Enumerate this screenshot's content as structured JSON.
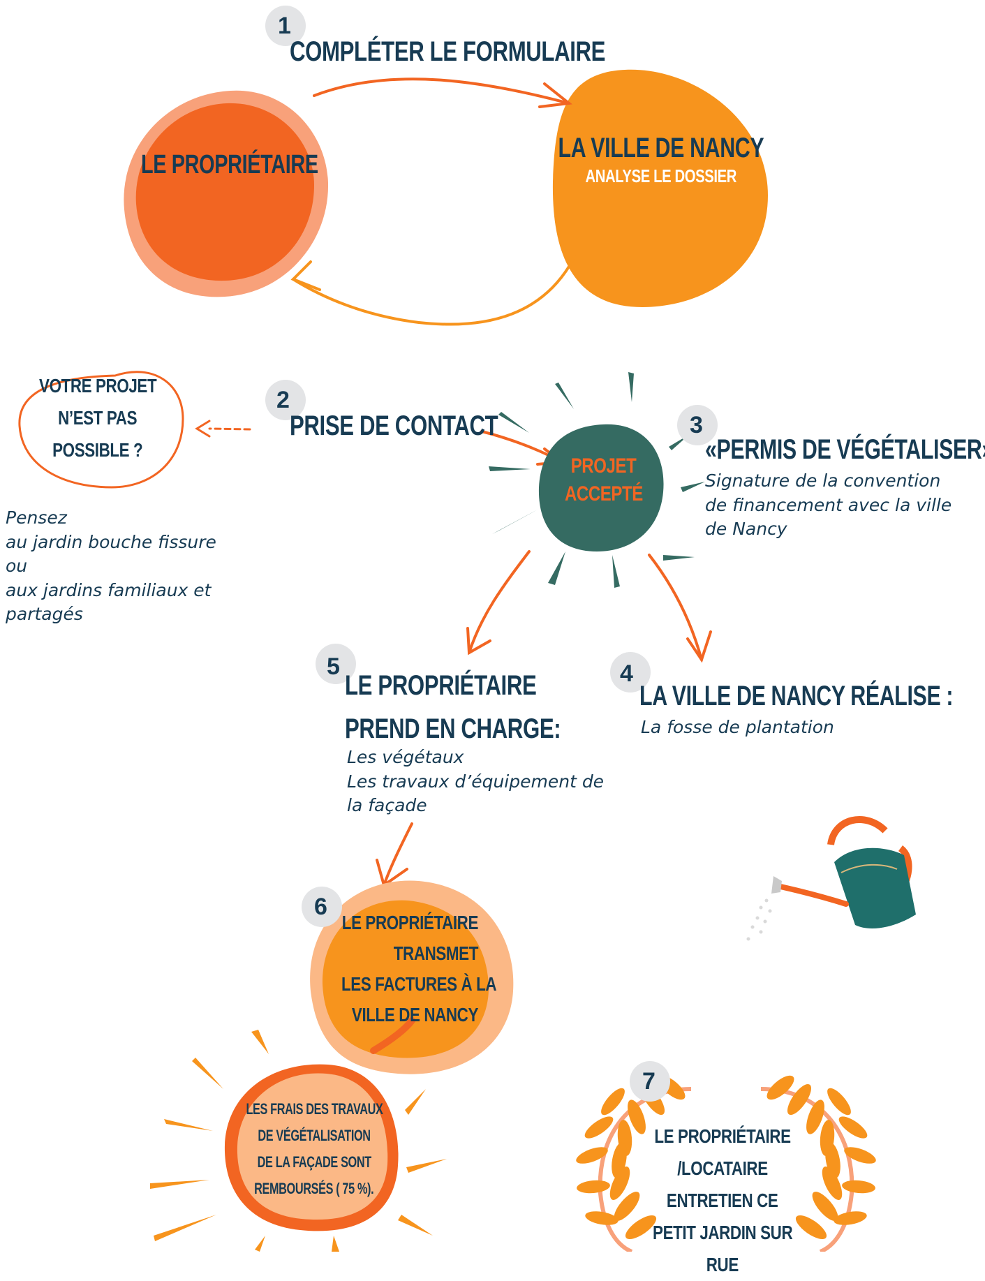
{
  "colors": {
    "navy": "#173b53",
    "orange_dark": "#f26522",
    "orange_mid": "#f7941d",
    "orange_light": "#fbb886",
    "salmon": "#f8a17a",
    "teal": "#356b62",
    "grey_badge": "#e3e4e6"
  },
  "steps": {
    "s1": {
      "number": "1",
      "title": "COMPLÉTER LE FORMULAIRE"
    },
    "owner_node": {
      "label": "LE PROPRIÉTAIRE"
    },
    "city_node": {
      "title": "LA VILLE DE NANCY",
      "subtitle": "ANALYSE LE DOSSIER"
    },
    "refused": {
      "lines": [
        "VOTRE PROJET",
        "N’EST PAS",
        "POSSIBLE ?"
      ],
      "note": "Pensez\nau jardin bouche fissure\nou\naux jardins familiaux et\npartagés"
    },
    "s2": {
      "number": "2",
      "title": "PRISE DE CONTACT"
    },
    "accepted": {
      "lines": [
        "PROJET",
        "ACCEPTÉ"
      ]
    },
    "s3": {
      "number": "3",
      "title": "«PERMIS DE VÉGÉTALISER»",
      "desc": "Signature de la convention\nde financement avec la ville\nde Nancy"
    },
    "s5": {
      "number": "5",
      "title_l1": "LE PROPRIÉTAIRE",
      "title_l2": "PREND EN CHARGE:",
      "desc": "Les végétaux\nLes travaux d’équipement de\nla façade"
    },
    "s4": {
      "number": "4",
      "title": "LA VILLE DE NANCY RÉALISE :",
      "desc": "La fosse de plantation"
    },
    "s6": {
      "number": "6",
      "lines": [
        "LE PROPRIÉTAIRE",
        "TRANSMET",
        "LES FACTURES À LA",
        "VILLE DE NANCY"
      ]
    },
    "refund": {
      "lines": [
        "LES FRAIS DES TRAVAUX",
        "DE VÉGÉTALISATION",
        "DE LA FAÇADE SONT",
        "REMBOURSÉS ( 75 %)."
      ]
    },
    "s7": {
      "number": "7",
      "lines": [
        "LE PROPRIÉTAIRE",
        "/LOCATAIRE",
        "ENTRETIEN CE",
        "PETIT JARDIN SUR",
        "RUE"
      ]
    }
  },
  "icons": {
    "watering_can": "watering-can-icon",
    "laurel": "laurel-wreath-icon",
    "sun_rays": "sun-rays-icon"
  }
}
